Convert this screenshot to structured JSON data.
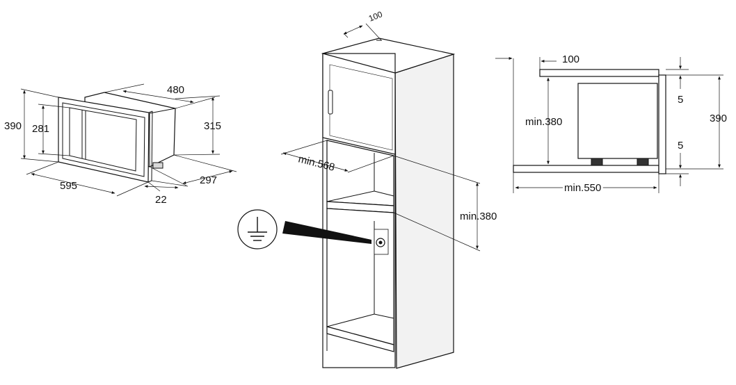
{
  "views": {
    "appliance": {
      "width_480": "480",
      "height_390": "390",
      "height_281": "281",
      "height_315": "315",
      "width_595": "595",
      "depth_297": "297",
      "depth_22": "22"
    },
    "cabinet": {
      "depth_100": "100",
      "min_568": "min.568",
      "min_380": "min.380"
    },
    "side": {
      "gap_100": "100",
      "min_380": "min.380",
      "min_550": "min.550",
      "gap_5_top": "5",
      "gap_5_bottom": "5",
      "height_390": "390"
    }
  },
  "icons": {
    "ground": "earth-ground-icon",
    "socket": "power-socket-icon"
  }
}
